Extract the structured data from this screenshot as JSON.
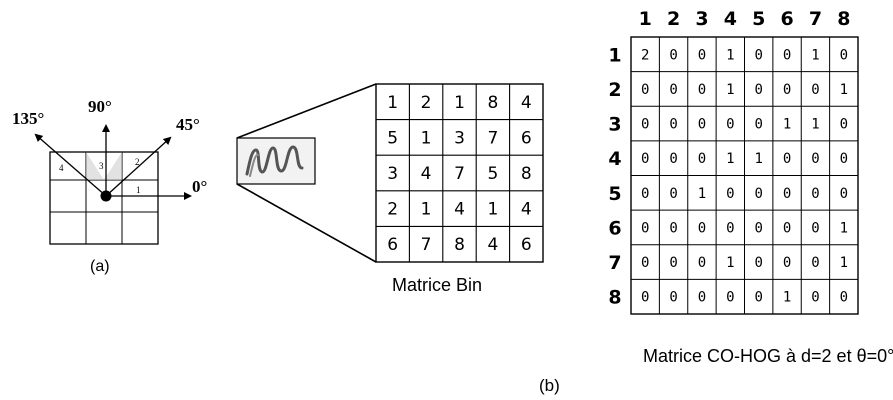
{
  "figure_a": {
    "angles": [
      "135°",
      "90°",
      "45°",
      "0°"
    ],
    "sector_numbers": [
      "4",
      "3",
      "2",
      "1"
    ],
    "caption": "(a)"
  },
  "bin_matrix": {
    "caption": "Matrice Bin",
    "rows": [
      [
        "1",
        "2",
        "1",
        "8",
        "4"
      ],
      [
        "5",
        "1",
        "3",
        "7",
        "6"
      ],
      [
        "3",
        "4",
        "7",
        "5",
        "8"
      ],
      [
        "2",
        "1",
        "4",
        "1",
        "4"
      ],
      [
        "6",
        "7",
        "8",
        "4",
        "6"
      ]
    ]
  },
  "cohog_matrix": {
    "col_headers": [
      "1",
      "2",
      "3",
      "4",
      "5",
      "6",
      "7",
      "8"
    ],
    "row_headers": [
      "1",
      "2",
      "3",
      "4",
      "5",
      "6",
      "7",
      "8"
    ],
    "rows": [
      [
        "2",
        "0",
        "0",
        "1",
        "0",
        "0",
        "1",
        "0"
      ],
      [
        "0",
        "0",
        "0",
        "1",
        "0",
        "0",
        "0",
        "1"
      ],
      [
        "0",
        "0",
        "0",
        "0",
        "0",
        "1",
        "1",
        "0"
      ],
      [
        "0",
        "0",
        "0",
        "1",
        "1",
        "0",
        "0",
        "0"
      ],
      [
        "0",
        "0",
        "1",
        "0",
        "0",
        "0",
        "0",
        "0"
      ],
      [
        "0",
        "0",
        "0",
        "0",
        "0",
        "0",
        "0",
        "1"
      ],
      [
        "0",
        "0",
        "0",
        "1",
        "0",
        "0",
        "0",
        "1"
      ],
      [
        "0",
        "0",
        "0",
        "0",
        "0",
        "1",
        "0",
        "0"
      ]
    ],
    "caption": "Matrice CO-HOG à d=2 et θ=0°"
  },
  "figure_b_caption": "(b)"
}
